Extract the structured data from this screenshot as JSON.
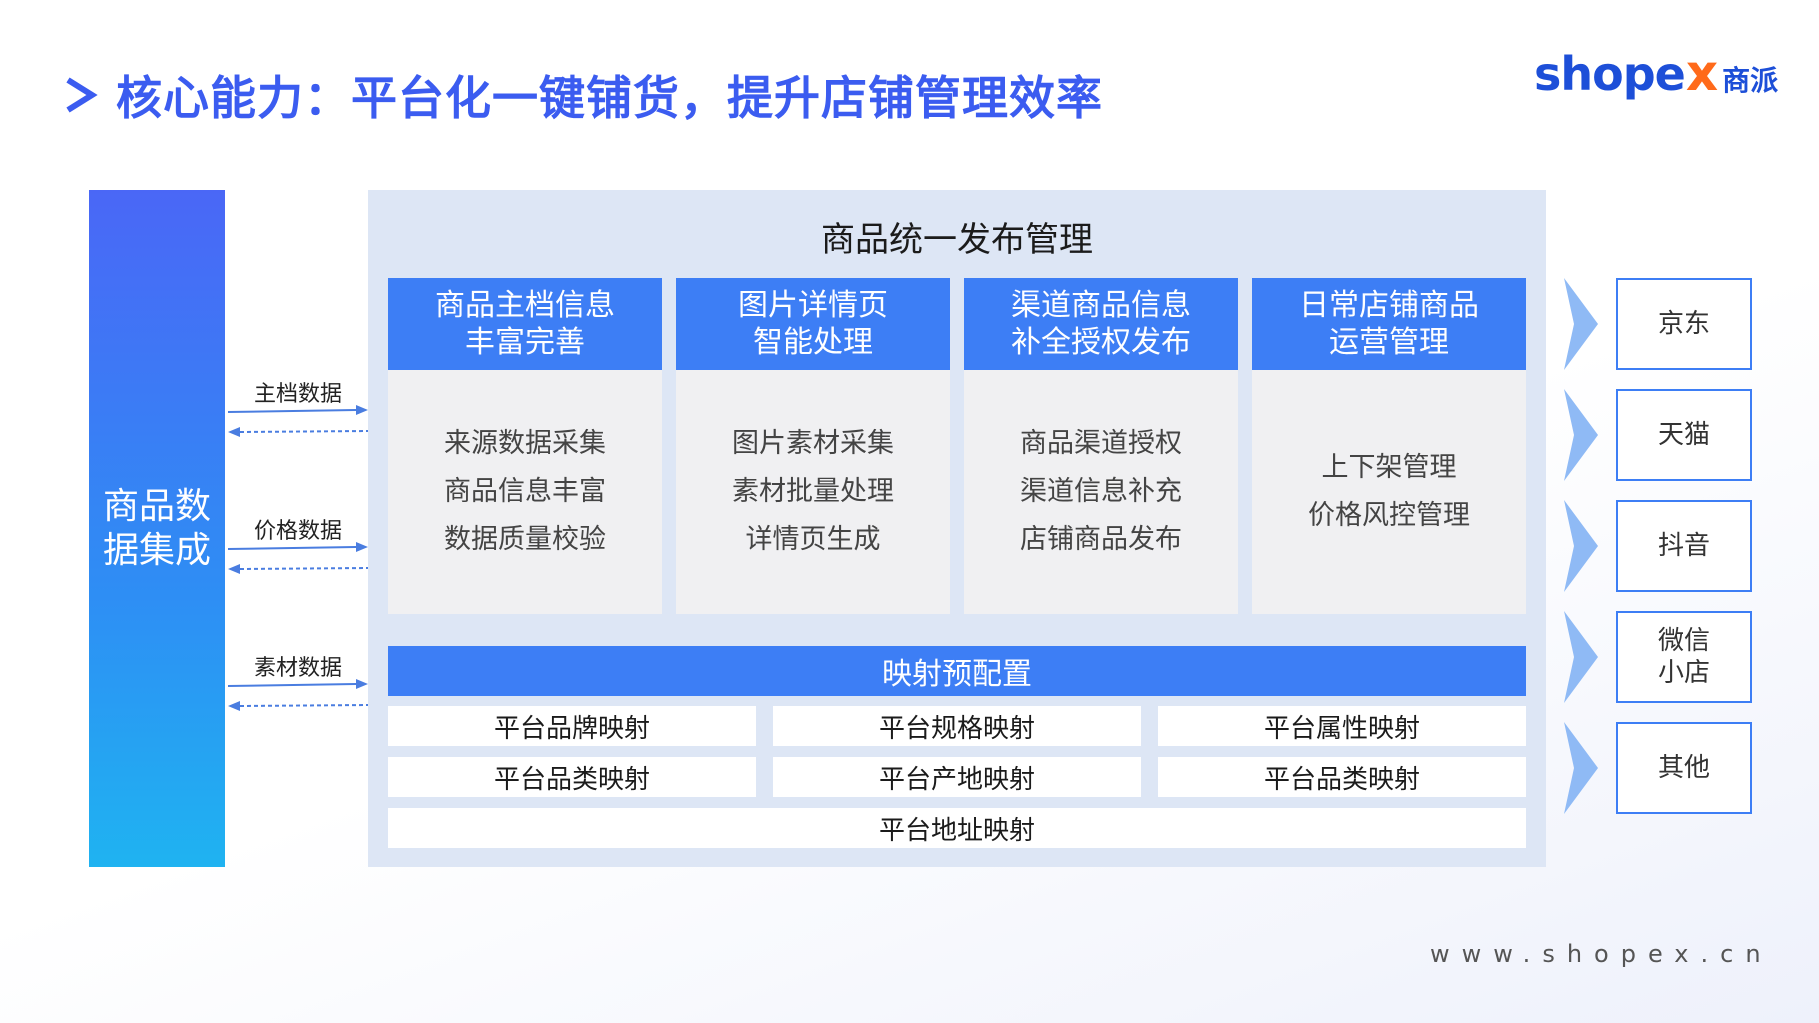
{
  "header": {
    "title": "核心能力：平台化一键铺货，提升店铺管理效率",
    "logo_text": "shope",
    "logo_x": "x",
    "logo_cn": "商派"
  },
  "left_bar": {
    "label": "商品数据集成"
  },
  "flows": [
    {
      "label": "主档数据"
    },
    {
      "label": "价格数据"
    },
    {
      "label": "素材数据"
    }
  ],
  "main": {
    "title": "商品统一发布管理",
    "cards": [
      {
        "head": [
          "商品主档信息",
          "丰富完善"
        ],
        "items": [
          "来源数据采集",
          "商品信息丰富",
          "数据质量校验"
        ]
      },
      {
        "head": [
          "图片详情页",
          "智能处理"
        ],
        "items": [
          "图片素材采集",
          "素材批量处理",
          "详情页生成"
        ]
      },
      {
        "head": [
          "渠道商品信息",
          "补全授权发布"
        ],
        "items": [
          "商品渠道授权",
          "渠道信息补充",
          "店铺商品发布"
        ]
      },
      {
        "head": [
          "日常店铺商品",
          "运营管理"
        ],
        "items": [
          "上下架管理",
          "价格风控管理"
        ]
      }
    ],
    "mapping": {
      "title": "映射预配置",
      "cells": [
        "平台品牌映射",
        "平台规格映射",
        "平台属性映射",
        "平台品类映射",
        "平台产地映射",
        "平台品类映射",
        "平台地址映射"
      ]
    }
  },
  "platforms": [
    "京东",
    "天猫",
    "抖音",
    "微信小店",
    "其他"
  ],
  "footer": {
    "site": "www.shopex.cn"
  },
  "colors": {
    "accent": "#3d7ef5",
    "title": "#3b5cf0",
    "panel": "#dde6f5",
    "logo_orange": "#ff6a1a"
  }
}
